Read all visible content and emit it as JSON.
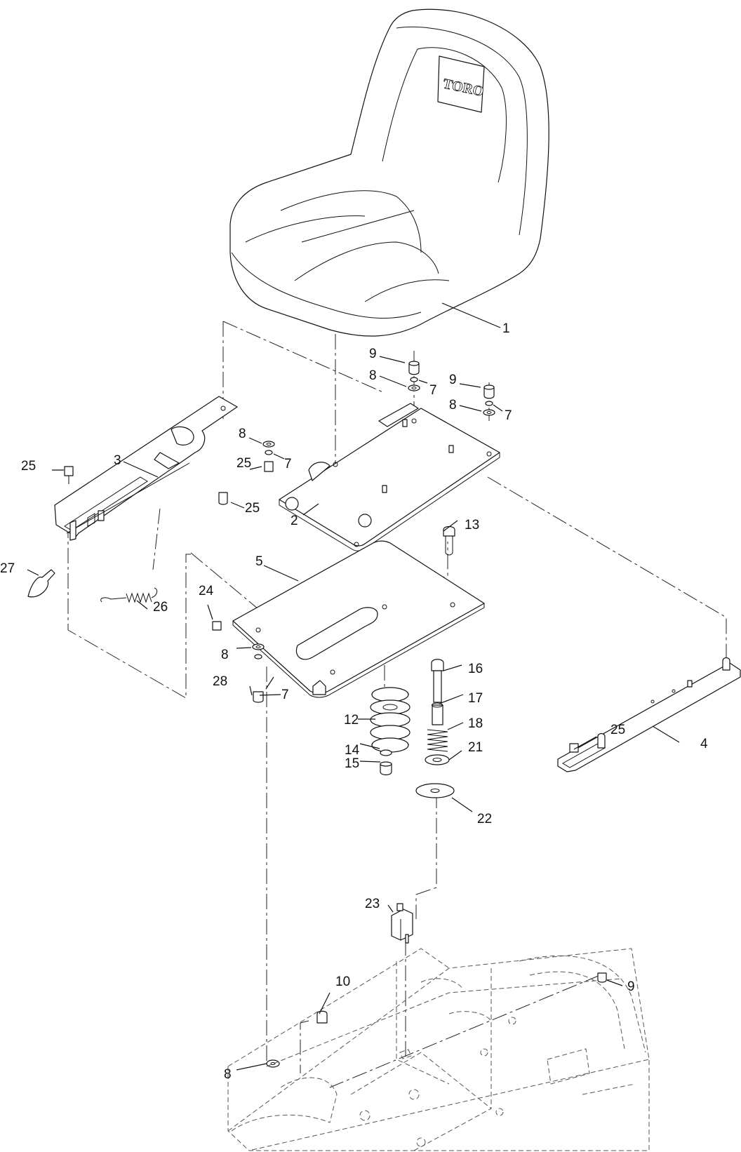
{
  "logo": {
    "text": "TORO"
  },
  "callouts": [
    {
      "id": "c1",
      "label": "1"
    },
    {
      "id": "c2",
      "label": "2"
    },
    {
      "id": "c3",
      "label": "3"
    },
    {
      "id": "c4",
      "label": "4"
    },
    {
      "id": "c5",
      "label": "5"
    },
    {
      "id": "c7a",
      "label": "7"
    },
    {
      "id": "c7b",
      "label": "7"
    },
    {
      "id": "c7c",
      "label": "7"
    },
    {
      "id": "c7d",
      "label": "7"
    },
    {
      "id": "c8a",
      "label": "8"
    },
    {
      "id": "c8b",
      "label": "8"
    },
    {
      "id": "c8c",
      "label": "8"
    },
    {
      "id": "c8d",
      "label": "8"
    },
    {
      "id": "c8e",
      "label": "8"
    },
    {
      "id": "c9a",
      "label": "9"
    },
    {
      "id": "c9b",
      "label": "9"
    },
    {
      "id": "c9c",
      "label": "9"
    },
    {
      "id": "c10",
      "label": "10"
    },
    {
      "id": "c12",
      "label": "12"
    },
    {
      "id": "c13",
      "label": "13"
    },
    {
      "id": "c14",
      "label": "14"
    },
    {
      "id": "c15",
      "label": "15"
    },
    {
      "id": "c16",
      "label": "16"
    },
    {
      "id": "c17",
      "label": "17"
    },
    {
      "id": "c18",
      "label": "18"
    },
    {
      "id": "c21",
      "label": "21"
    },
    {
      "id": "c22",
      "label": "22"
    },
    {
      "id": "c23",
      "label": "23"
    },
    {
      "id": "c24",
      "label": "24"
    },
    {
      "id": "c25a",
      "label": "25"
    },
    {
      "id": "c25b",
      "label": "25"
    },
    {
      "id": "c25c",
      "label": "25"
    },
    {
      "id": "c25d",
      "label": "25"
    },
    {
      "id": "c26",
      "label": "26"
    },
    {
      "id": "c27",
      "label": "27"
    },
    {
      "id": "c28",
      "label": "28"
    }
  ]
}
